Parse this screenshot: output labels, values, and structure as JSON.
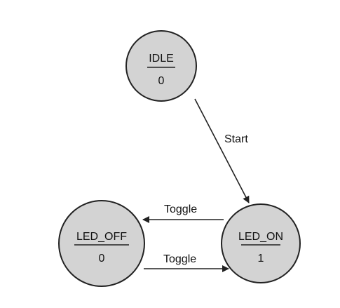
{
  "states": {
    "idle": {
      "name": "IDLE",
      "output": "0"
    },
    "led_off": {
      "name": "LED_OFF",
      "output": "0"
    },
    "led_on": {
      "name": "LED_ON",
      "output": "1"
    }
  },
  "transitions": {
    "idle_to_led_on": {
      "label": "Start"
    },
    "led_on_to_led_off": {
      "label": "Toggle"
    },
    "led_off_to_led_on": {
      "label": "Toggle"
    }
  },
  "colors": {
    "state_fill": "#d3d3d3",
    "stroke": "#222222",
    "text": "#111111"
  }
}
